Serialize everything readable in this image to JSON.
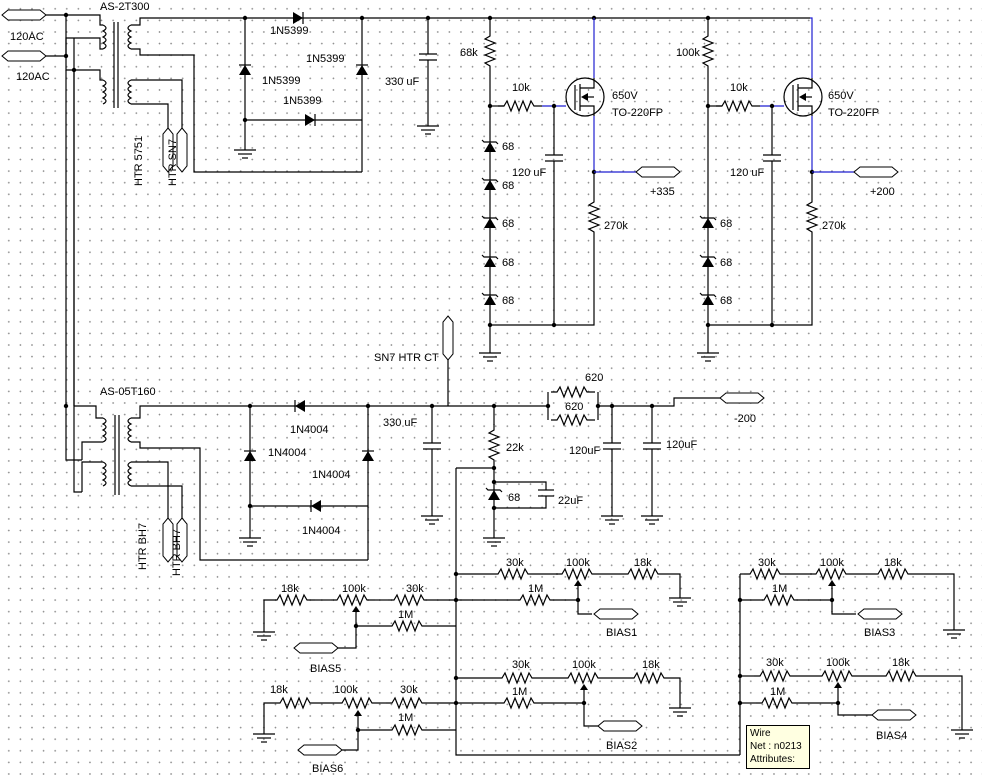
{
  "connectors": {
    "ac_in_1": "120AC",
    "ac_in_2": "120AC",
    "plus_335": "+335",
    "plus_200": "+200",
    "minus_200": "-200",
    "sn7_htr_ct": "SN7 HTR CT",
    "htr_5751": "HTR 5751",
    "htr_sn7": "HTR SN7",
    "htr_bh7_1": "HTR BH7",
    "htr_bh7_2": "HTR BH7",
    "bias1": "BIAS1",
    "bias2": "BIAS2",
    "bias3": "BIAS3",
    "bias4": "BIAS4",
    "bias5": "BIAS5",
    "bias6": "BIAS6"
  },
  "transformers": {
    "t1": "AS-2T300",
    "t2": "AS-05T160"
  },
  "diodes": {
    "d1": "1N5399",
    "d2": "1N5399",
    "d3": "1N5399",
    "d4": "1N5399",
    "d5": "1N4004",
    "d6": "1N4004",
    "d7": "1N4004",
    "d8": "1N4004"
  },
  "capacitors": {
    "c_main1": "330 uF",
    "c_reg1": "120 uF",
    "c_reg2": "120 uF",
    "c_main2": "330 uF",
    "c_neg1": "120uF",
    "c_neg2": "120uF",
    "c_zen": "22uF"
  },
  "resistors": {
    "r68k": "68k",
    "r100k": "100k",
    "r10k_1": "10k",
    "r10k_2": "10k",
    "r270k_1": "270k",
    "r270k_2": "270k",
    "r620_1": "620",
    "r620_2": "620",
    "r22k": "22k",
    "b1_30k": "30k",
    "b1_100k": "100k",
    "b1_18k": "18k",
    "b1_1m": "1M",
    "b5_18k": "18k",
    "b5_100k": "100k",
    "b5_30k": "30k",
    "b5_1m": "1M",
    "b3_30k": "30k",
    "b3_100k": "100k",
    "b3_18k": "18k",
    "b3_1m": "1M",
    "b2_30k": "30k",
    "b2_100k": "100k",
    "b2_18k": "18k",
    "b2_1m": "1M",
    "b6_18k": "18k",
    "b6_100k": "100k",
    "b6_30k": "30k",
    "b6_1m": "1M",
    "b4_30k": "30k",
    "b4_100k": "100k",
    "b4_18k": "18k",
    "b4_1m": "1M"
  },
  "zeners": {
    "z1": "68",
    "z2": "68",
    "z3": "68",
    "z4": "68",
    "z5": "68",
    "z6": "68",
    "z7": "68",
    "z8": "68",
    "z9": "68"
  },
  "mosfets": {
    "m1_v": "650V",
    "m1_pkg": "TO-220FP",
    "m2_v": "650V",
    "m2_pkg": "TO-220FP"
  },
  "tooltip": {
    "line1": "Wire",
    "line2": "Net : n0213",
    "line3": "Attributes:"
  },
  "colors": {
    "wire": "#000000",
    "pin": "#1f1fd0",
    "tooltip_bg": "#ffffe1"
  }
}
